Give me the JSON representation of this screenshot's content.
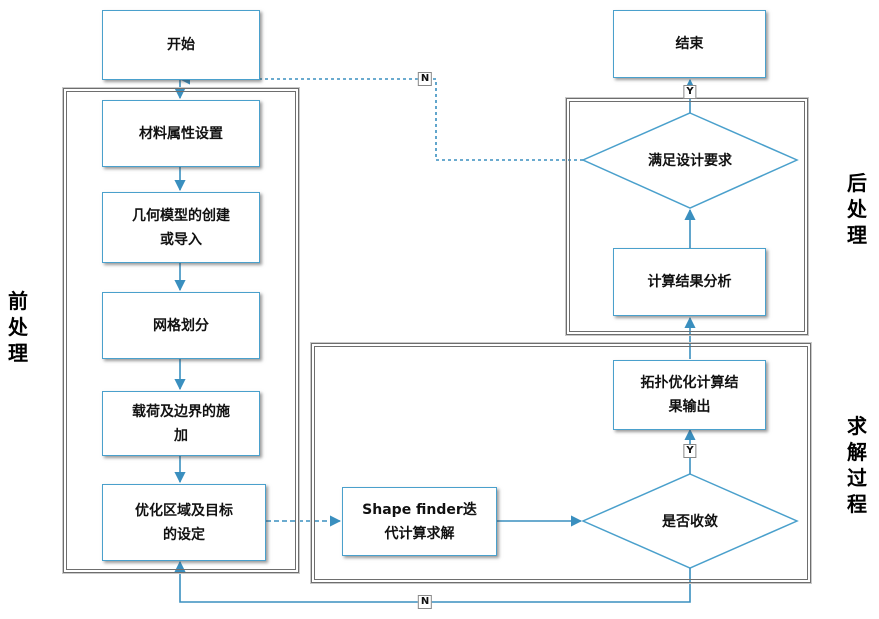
{
  "nodes": {
    "start": "开始",
    "material": "材料属性设置",
    "geometry": "几何模型的创建\n或导入",
    "mesh": "网格划分",
    "loads": "载荷及边界的施\n加",
    "region": "优化区域及目标\n的设定",
    "solver": "Shape finder迭\n代计算求解",
    "converge": "是否收敛",
    "output": "拓扑优化计算结\n果输出",
    "analysis": "计算结果分析",
    "requirement": "满足设计要求",
    "end": "结束"
  },
  "edge_labels": {
    "top_no": "N",
    "bottom_no": "N",
    "converge_yes": "Y",
    "requirement_yes": "Y"
  },
  "stages": {
    "pre": "前\n处\n理",
    "solve": "求\n解\n过\n程",
    "post": "后\n处\n理"
  },
  "colors": {
    "box_border": "#4aa0cc",
    "connector": "#3a8fbf",
    "group_border": "#6e6e6e"
  }
}
